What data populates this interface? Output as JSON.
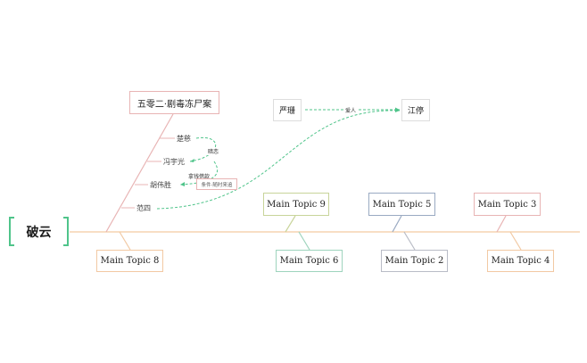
{
  "root": {
    "label": "破云",
    "accent": "#4fc48a"
  },
  "main_topics": [
    {
      "id": "t9",
      "label": "Main Topic 9",
      "color": "#c8d49a"
    },
    {
      "id": "t5",
      "label": "Main Topic 5",
      "color": "#9aaac2"
    },
    {
      "id": "t3",
      "label": "Main Topic 3",
      "color": "#e8b4b4"
    },
    {
      "id": "t8",
      "label": "Main Topic 8",
      "color": "#f2c9a3"
    },
    {
      "id": "t6",
      "label": "Main Topic 6",
      "color": "#9ed4bd"
    },
    {
      "id": "t2",
      "label": "Main Topic 2",
      "color": "#b9bcc6"
    },
    {
      "id": "t4",
      "label": "Main Topic 4",
      "color": "#f2c9a3"
    }
  ],
  "case_topic": {
    "label": "五零二·剧毒冻尸案",
    "color": "#e8b4b4"
  },
  "case_subtopics": [
    {
      "id": "s1",
      "label": "楚慈"
    },
    {
      "id": "s2",
      "label": "冯宇光"
    },
    {
      "id": "s3",
      "label": "胡伟胜"
    },
    {
      "id": "s4",
      "label": "范四"
    }
  ],
  "floating_topics": [
    {
      "id": "f1",
      "label": "严珊"
    },
    {
      "id": "f2",
      "label": "江停"
    }
  ],
  "relationships": [
    {
      "id": "r1",
      "label": "暗恋"
    },
    {
      "id": "r2",
      "label": "拿钱借款"
    },
    {
      "id": "r3",
      "label": ""
    },
    {
      "id": "r4",
      "label": "爱人"
    }
  ],
  "callout": {
    "label": "条件·随时来追"
  },
  "colors": {
    "spine": "#f5d4b0",
    "relation": "#4fc48a",
    "box_border": "#dddddd"
  }
}
